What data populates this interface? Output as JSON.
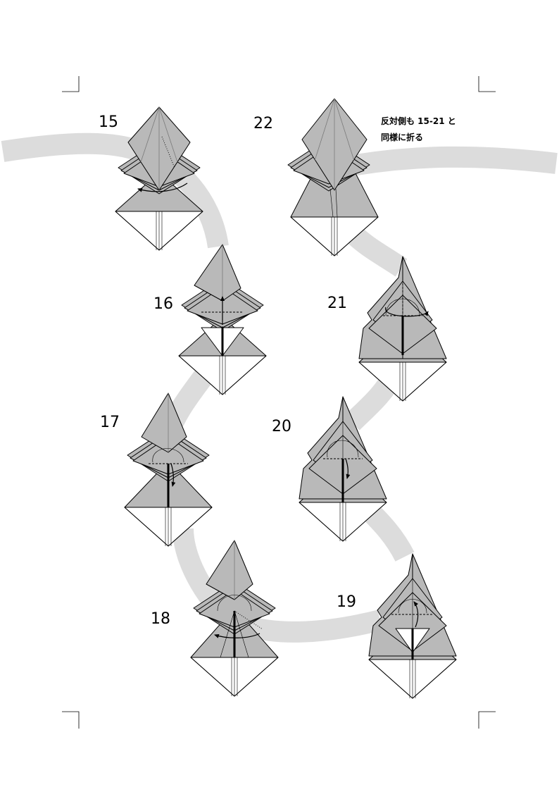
{
  "steps": {
    "s15": "15",
    "s16": "16",
    "s17": "17",
    "s18": "18",
    "s19": "19",
    "s20": "20",
    "s21": "21",
    "s22": "22"
  },
  "note": {
    "line1": "反対側も 15-21 と",
    "line2": "同様に折る"
  },
  "colors": {
    "paper": "#b9b9b9",
    "path": "#dcdcdc",
    "line": "#000000"
  }
}
